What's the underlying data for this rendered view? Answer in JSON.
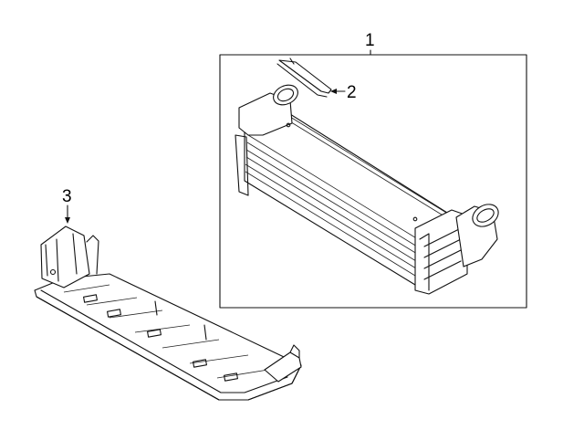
{
  "callouts": [
    {
      "id": "1",
      "label": "1",
      "part": "intercooler-assembly"
    },
    {
      "id": "2",
      "label": "2",
      "part": "retaining-clip"
    },
    {
      "id": "3",
      "label": "3",
      "part": "air-deflector"
    }
  ],
  "colors": {
    "line": "#111111",
    "background": "#ffffff"
  }
}
